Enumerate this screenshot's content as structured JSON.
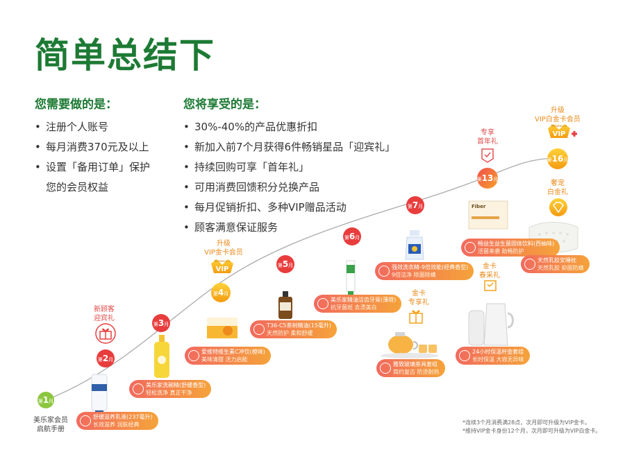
{
  "title": "简单总结下",
  "left": {
    "heading": "您需要做的是：",
    "items": [
      "注册个人账号",
      "每月消费370元及以上",
      "设置「备用订单」保护",
      "您的会员权益"
    ]
  },
  "right": {
    "heading": "您将享受的是：",
    "items": [
      "30%-40%的产品优惠折扣",
      "新加入前7个月获得6件畅销星品「迎宾礼」",
      "持续回购可享「首年礼」",
      "可用消费回馈积分兑换产品",
      "每月促销折扣、多种VIP赠品活动",
      "顾客满意保证服务"
    ]
  },
  "milestones": {
    "m1": {
      "prefix": "第",
      "num": "1",
      "suffix": "月"
    },
    "m2": {
      "prefix": "第",
      "num": "2",
      "suffix": "月"
    },
    "m3": {
      "prefix": "第",
      "num": "3",
      "suffix": "月"
    },
    "m4": {
      "prefix": "第",
      "num": "4",
      "suffix": "月"
    },
    "m5": {
      "prefix": "第",
      "num": "5",
      "suffix": "月"
    },
    "m6": {
      "prefix": "第",
      "num": "6",
      "suffix": "月"
    },
    "m7": {
      "prefix": "第",
      "num": "7",
      "suffix": "月"
    },
    "m13": {
      "prefix": "第",
      "num": "13",
      "suffix": "月"
    },
    "m16": {
      "prefix": "第",
      "num": "16",
      "suffix": "月"
    }
  },
  "labels": {
    "start_1": "美乐家会员",
    "start_2": "启航手册",
    "welcome_1": "新顾客",
    "welcome_2": "迎宾礼",
    "vip_up_1": "升级",
    "vip_up_2": "VIP金卡会员",
    "vip_logo_small": "Melaleuca",
    "vip_logo": "VIP",
    "gold_gift_1": "金卡",
    "gold_gift_2": "专享礼",
    "first_year_1": "专享",
    "first_year_2": "首年礼",
    "gold_spring_1": "金卡",
    "gold_spring_2": "春采礼",
    "plat_up_1": "升级",
    "plat_up_2": "VIP白金卡会员",
    "plat_gift_1": "奢宠",
    "plat_gift_2": "白金礼"
  },
  "tags": {
    "t1": {
      "l1": "舒缓滋养乳液(237毫升)",
      "l2": "长效滋养 润肤经典"
    },
    "t2": {
      "l1": "美乐家洗碗精(舒缓香型)",
      "l2": "轻松洗净 真正干净"
    },
    "t3": {
      "l1": "爱维特维生素C冲饮(橙味)",
      "l2": "美味清甜 活力启能"
    },
    "t4": {
      "l1": "T36-C5茶树精油(15毫升)",
      "l2": "天然防护 柔和舒缓"
    },
    "t5": {
      "l1": "美乐家精油洁齿牙膏(薄荷)",
      "l2": "抗牙菌斑 去渍美白"
    },
    "t6": {
      "l1": "强效洗衣精-9倍效能(经典香型)",
      "l2": "9倍洁净 除菌除螨"
    },
    "t7": {
      "l1": "雅致玻璃茶具套组",
      "l2": "简约复古 防烫耐热"
    },
    "t8": {
      "l1": "畅益生益生菌固体饮料(西柚味)",
      "l2": "活菌来袭 助畅防护"
    },
    "t9": {
      "l1": "24小时保温杯壶套组",
      "l2": "长时保温 大容无异味"
    },
    "t10": {
      "l1": "天然乳胶安睡枕",
      "l2": "天然乳胶 抑菌防螨"
    }
  },
  "product_text": {
    "box_brand": "Fiber"
  },
  "footnotes": [
    "*连续3个月消费满28点，次月即可升级为VIP金卡。",
    "*维持VIP金卡身份12个月，次月即可升级为VIP白金卡。"
  ]
}
